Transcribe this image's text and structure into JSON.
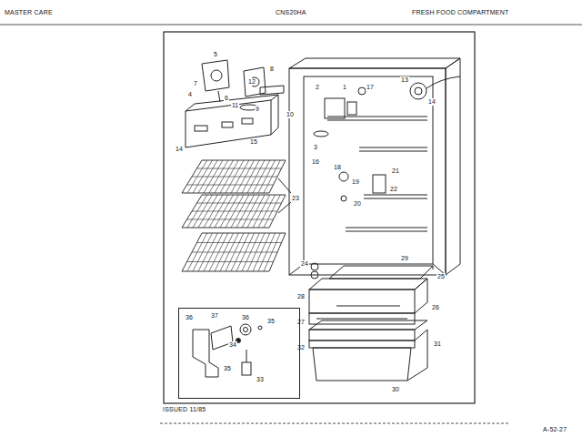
{
  "diagram": {
    "nodes": [
      {
        "text": [
          "36",
          "37",
          "36",
          "35",
          "34",
          "35",
          "33"
        ]
      }
    ],
    "labels": [
      "MASTER CARE",
      "CNS20HA",
      "FRESH FOOD COMPARTMENT",
      "ISSUED 11/85",
      "A-52-27",
      "5",
      "8",
      "7",
      "4",
      "6",
      "12",
      "11",
      "9",
      "10",
      "14",
      "15",
      "2",
      "1",
      "17",
      "13",
      "14",
      "3",
      "16",
      "18",
      "19",
      "21",
      "22",
      "20",
      "23",
      "24",
      "29",
      "25",
      "28",
      "26",
      "27",
      "31",
      "32",
      "30"
    ]
  }
}
